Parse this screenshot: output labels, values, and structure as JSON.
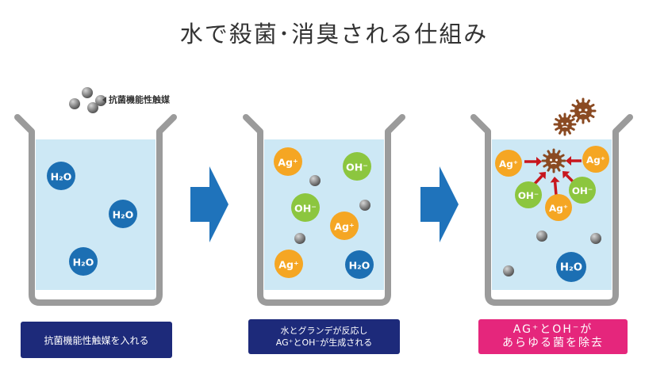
{
  "title": "水で殺菌･消臭される仕組み",
  "catalyst_label": "抗菌機能性触媒",
  "steps": [
    {
      "caption": [
        "抗菌機能性触媒を入れる"
      ]
    },
    {
      "caption": [
        "水とグランデが反応し",
        "AG⁺とOH⁻が生成される"
      ]
    },
    {
      "caption": [
        "AG⁺とOH⁻が",
        "あらゆる菌を除去"
      ]
    }
  ],
  "ion_labels": {
    "h2o": "H₂O",
    "ag": "Ag⁺",
    "oh": "OH⁻"
  },
  "colors": {
    "water": "#cde8f5",
    "beaker": "#9b9b9b",
    "h2o": "#1c6fb3",
    "ag": "#f5a623",
    "oh": "#8cc63f",
    "arrow": "#1f73bb",
    "attack_arrow": "#c8161d",
    "germ": "#8a4a22",
    "caption_blue": "#1d2a7a",
    "caption_pink": "#e5267c"
  },
  "icons": [
    "right-arrow-icon",
    "germ-icon",
    "catalyst-ball-icon"
  ]
}
